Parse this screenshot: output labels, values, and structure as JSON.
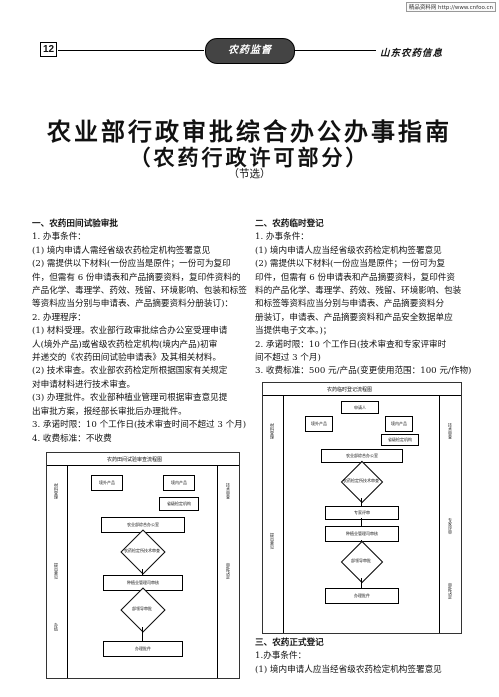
{
  "watermark": "精品资料网 http://www.cnfoo.cn",
  "header": {
    "page_number": "12",
    "column": "农药监督",
    "journal": "山东农药信息"
  },
  "title": {
    "line1": "农业部行政审批综合办公办事指南",
    "line2": "（农药行政许可部分）",
    "excerpt": "（节选）"
  },
  "sec1": {
    "heading": "一、农药田间试验审批",
    "conditions": "1. 办事条件：",
    "p1": "(1) 境内申请人需经省级农药检定机构签署意见",
    "p2a": "(2) 需提供以下材料(一份应当是原件；一份可为复印",
    "p2b": "件，但需有 6 份申请表和产品摘要资料，复印件资料的",
    "p2c": "产品化学、毒理学、药效、残留、环境影响、包装和标签",
    "p2d": "等资料应当分别与申请表、产品摘要资料分册装订)：",
    "procedure": "2. 办理程序：",
    "p3a": "(1) 材料受理。农业部行政审批综合办公室受理申请",
    "p3b": "人(境外产品)或省级农药检定机构(境内产品)初审",
    "p3c": "并递交的《农药田间试验申请表》及其相关材料。",
    "p4a": "(2) 技术审查。农业部农药检定所根据国家有关规定",
    "p4b": "对申请材料进行技术审查。",
    "p5a": "(3) 办理批件。农业部种植业管理司根据审查意见提",
    "p5b": "出审批方案，报经部长审批后办理批件。",
    "time": "3. 承诺时限：10 个工作日(技术审查时间不超过 3 个月)",
    "fee": "4. 收费标准：不收费"
  },
  "flow1": {
    "title": "农药田间试验审查流程图",
    "nodes": [
      "境外产品",
      "境内产品",
      "省级检定机构",
      "农业部综合办公室",
      "农药检定所技术审查",
      "种植业管理司审核",
      "部领导审批",
      "办理批件"
    ],
    "side_labels": [
      "材料受理",
      "技术审查",
      "提出意见",
      "审批决定",
      "办结"
    ]
  },
  "sec2": {
    "heading": "二、农药临时登记",
    "conditions": "1. 办事条件：",
    "p1": "(1) 境内申请人应当经省级农药检定机构签署意见",
    "p2a": "(2) 需提供以下材料(一份应当是原件；一份可为复",
    "p2b": "印件，但需有 6 份申请表和产品摘要资料，复印件资",
    "p2c": "料的产品化学、毒理学、药效、残留、环境影响、包装",
    "p2d": "和标签等资料应当分别与申请表、产品摘要资料分",
    "p2e": "册装订，申请表、产品摘要资料和产品安全数据单应",
    "p2f": "当提供电子文本。)；",
    "time_a": "2. 承诺时限：10 个工作日(技术审查和专家评审时",
    "time_b": "间不超过 3 个月)",
    "fee": "3. 收费标准：500 元/产品(变更使用范围：100 元/作物)"
  },
  "flow2": {
    "title": "农药临时登记流程图",
    "nodes": [
      "申请人",
      "境外产品",
      "境内产品",
      "省级检定机构",
      "农业部综合办公室",
      "农药检定所技术审查",
      "专家评审",
      "种植业管理司审核",
      "部领导审批",
      "办理批件"
    ],
    "side_labels": [
      "材料受理",
      "技术审查",
      "专家评审",
      "提出意见",
      "审批决定"
    ]
  },
  "sec3": {
    "heading": "三、农药正式登记",
    "conditions": "1.办事条件：",
    "p1": "(1) 境内申请人应当经省级农药检定机构签署意见"
  }
}
